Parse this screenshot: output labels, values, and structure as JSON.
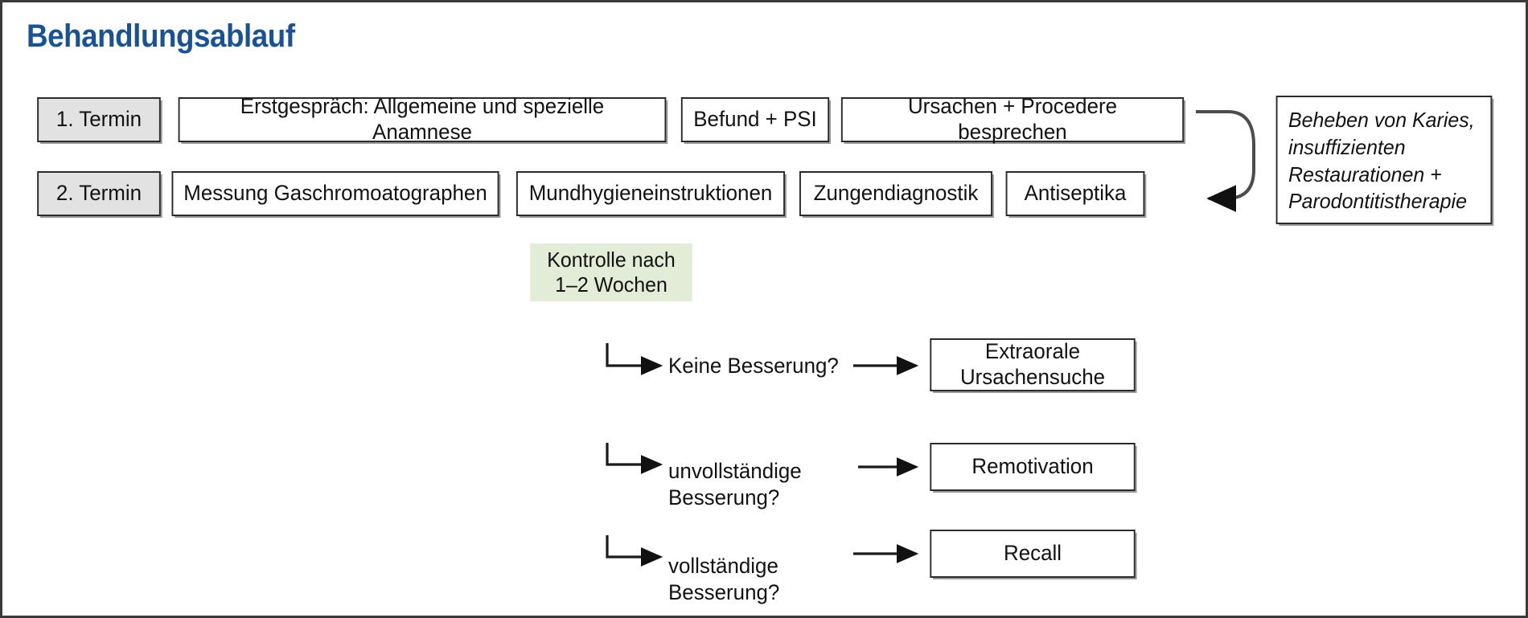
{
  "figure": {
    "title": "Behandlungsablauf",
    "title_color": "#1a5296",
    "frame_color": "#3a3a3a",
    "background": "#ffffff",
    "box_border_color": "#2b2b2b",
    "gray_fill": "#e2e2e2",
    "green_fill": "#e3ecd6"
  },
  "rows": {
    "row1": {
      "appointment_label": "1. Termin",
      "steps": [
        "Erstgespräch: Allgemeine und spezielle Anamnese",
        "Befund + PSI",
        "Ursachen + Procedere besprechen"
      ]
    },
    "row2": {
      "appointment_label": "2. Termin",
      "steps": [
        "Messung Gaschromoatographen",
        "Mundhygieneinstruktionen",
        "Zungendiagnostik",
        "Antiseptika"
      ]
    }
  },
  "side_note": {
    "lines": [
      "Beheben von Karies,",
      "insuffizienten",
      "Restaurationen +",
      "Parodontitistherapie"
    ]
  },
  "control": {
    "lines": [
      "Kontrolle nach",
      "1–2 Wochen"
    ]
  },
  "branches": [
    {
      "condition": "Keine Besserung?",
      "condition_lines": [
        "Keine Besserung?"
      ],
      "result_lines": [
        "Extraorale",
        "Ursachensuche"
      ],
      "result": "Extraorale Ursachensuche"
    },
    {
      "condition": "unvollständige Besserung?",
      "condition_lines": [
        "unvollständige",
        "Besserung?"
      ],
      "result_lines": [
        "Remotivation"
      ],
      "result": "Remotivation"
    },
    {
      "condition": "vollständige Besserung?",
      "condition_lines": [
        "vollständige",
        "Besserung?"
      ],
      "result_lines": [
        "Recall"
      ],
      "result": "Recall"
    }
  ]
}
